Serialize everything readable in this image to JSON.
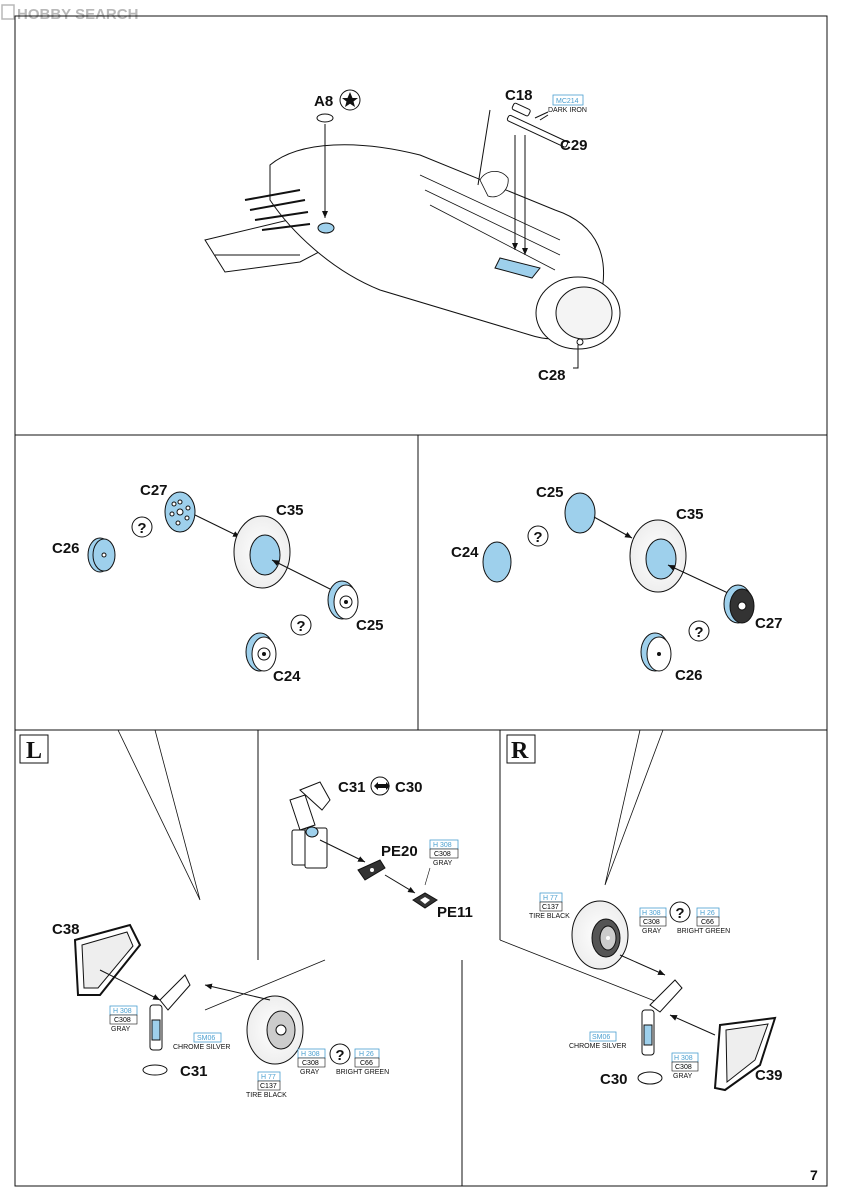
{
  "watermark": "HOBBY SEARCH",
  "page_number": "7",
  "top_panel": {
    "a8": "A8",
    "c18": "C18",
    "c29": "C29",
    "c28": "C28",
    "paint_code": "MC214",
    "paint_name": "DARK IRON"
  },
  "left_wheel_panel": {
    "c27": "C27",
    "c26": "C26",
    "c35": "C35",
    "c25": "C25",
    "c24": "C24",
    "option_mark": "?"
  },
  "right_wheel_panel": {
    "c25": "C25",
    "c24": "C24",
    "c35": "C35",
    "c27": "C27",
    "c26": "C26",
    "option_mark": "?"
  },
  "left_gear": {
    "side": "L",
    "c38": "C38",
    "c31": "C31",
    "gray": {
      "code1": "H 308",
      "code2": "C308",
      "name": "GRAY"
    },
    "chrome": {
      "code": "SM06",
      "name": "CHROME SILVER"
    },
    "wheel_gray": {
      "code1": "H 308",
      "code2": "C308",
      "name": "GRAY"
    },
    "wheel_green": {
      "code1": "H 26",
      "code2": "C66",
      "name": "BRIGHT GREEN"
    },
    "tire": {
      "code1": "H 77",
      "code2": "C137",
      "name": "TIRE BLACK"
    },
    "option_mark": "?"
  },
  "center_detail": {
    "c31": "C31",
    "c30": "C30",
    "pe20": "PE20",
    "pe11": "PE11",
    "gray": {
      "code1": "H 308",
      "code2": "C308",
      "name": "GRAY"
    }
  },
  "right_gear": {
    "side": "R",
    "c30": "C30",
    "c39": "C39",
    "tire": {
      "code1": "H 77",
      "code2": "C137",
      "name": "TIRE BLACK"
    },
    "wheel_gray": {
      "code1": "H 308",
      "code2": "C308",
      "name": "GRAY"
    },
    "wheel_green": {
      "code1": "H 26",
      "code2": "C66",
      "name": "BRIGHT GREEN"
    },
    "chrome": {
      "code": "SM06",
      "name": "CHROME SILVER"
    },
    "gray": {
      "code1": "H 308",
      "code2": "C308",
      "name": "GRAY"
    },
    "option_mark": "?"
  },
  "colors": {
    "part_blue": "#9ed0ec",
    "code_blue": "#4a9fd0",
    "line": "#111111"
  }
}
